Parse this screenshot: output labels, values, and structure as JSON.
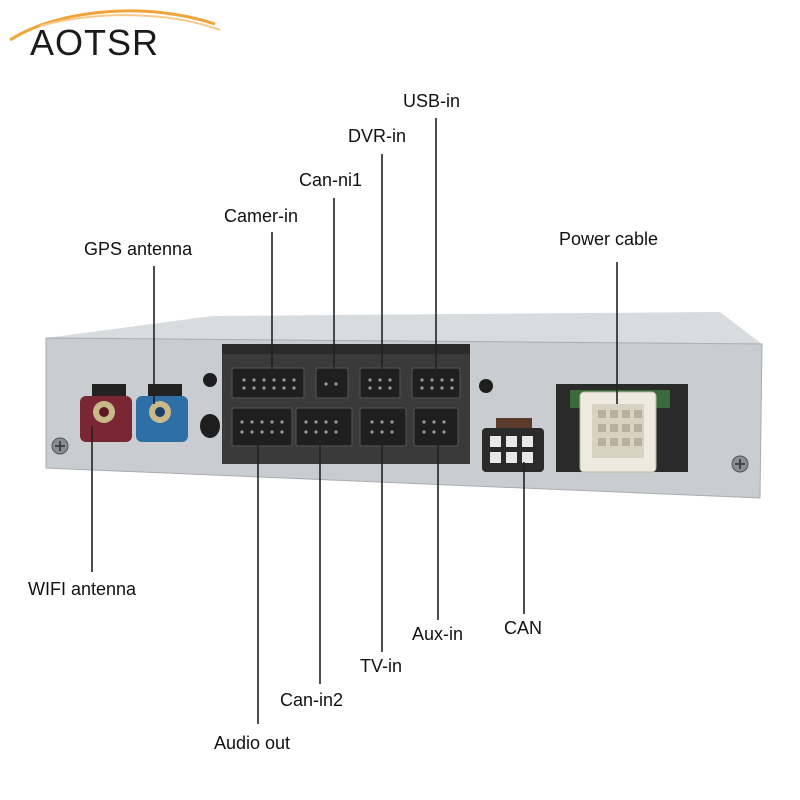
{
  "brand": {
    "name": "AOTSR",
    "swoosh_color": "#f2a33a"
  },
  "labels": {
    "usb_in": "USB-in",
    "dvr_in": "DVR-in",
    "can_ni1": "Can-ni1",
    "camer_in": "Camer-in",
    "gps_antenna": "GPS antenna",
    "power_cable": "Power cable",
    "wifi_antenna": "WIFI antenna",
    "can": "CAN",
    "aux_in": "Aux-in",
    "tv_in": "TV-in",
    "can_in2": "Can-in2",
    "audio_out": "Audio out"
  },
  "colors": {
    "housing": "#c9ccd0",
    "panel": "#3a3a3a",
    "wifi_connector": "#7a2633",
    "gps_connector": "#2f6fa8",
    "power_connector": "#eeeae0",
    "leader_line": "#222222"
  }
}
